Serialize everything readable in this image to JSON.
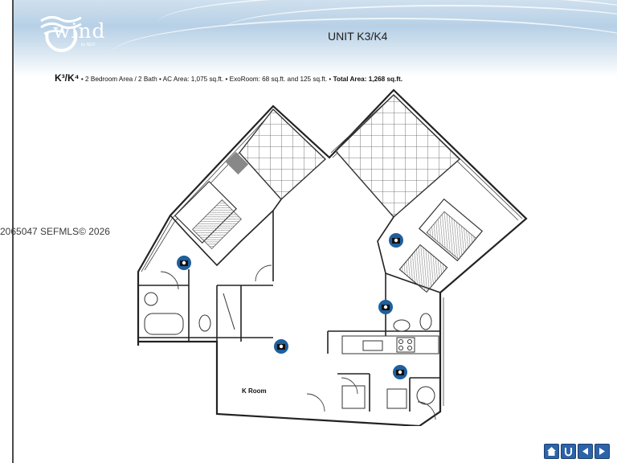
{
  "brand": {
    "name": "wind",
    "byline": "by NEO"
  },
  "header": {
    "title": "UNIT K3/K4"
  },
  "specs": {
    "unit_label": "K³/K⁴",
    "details": " • 2 Bedroom Area / 2 Bath • AC Area: 1,075 sq.ft.  • ExoRoom: 68 sq.ft. and 125 sq.ft. • ",
    "total": "Total Area: 1,268 sq.ft."
  },
  "watermark": "2065047  SEFMLS© 2026",
  "floorplan": {
    "room_label": "K Room"
  },
  "nav": {
    "buttons": [
      {
        "icon": "home-icon"
      },
      {
        "icon": "return-icon"
      },
      {
        "icon": "previous-icon"
      },
      {
        "icon": "next-icon"
      }
    ]
  },
  "colors": {
    "accent": "#2d63a8",
    "camera": "#1f5f9c",
    "banner": "#b7d0e6"
  }
}
